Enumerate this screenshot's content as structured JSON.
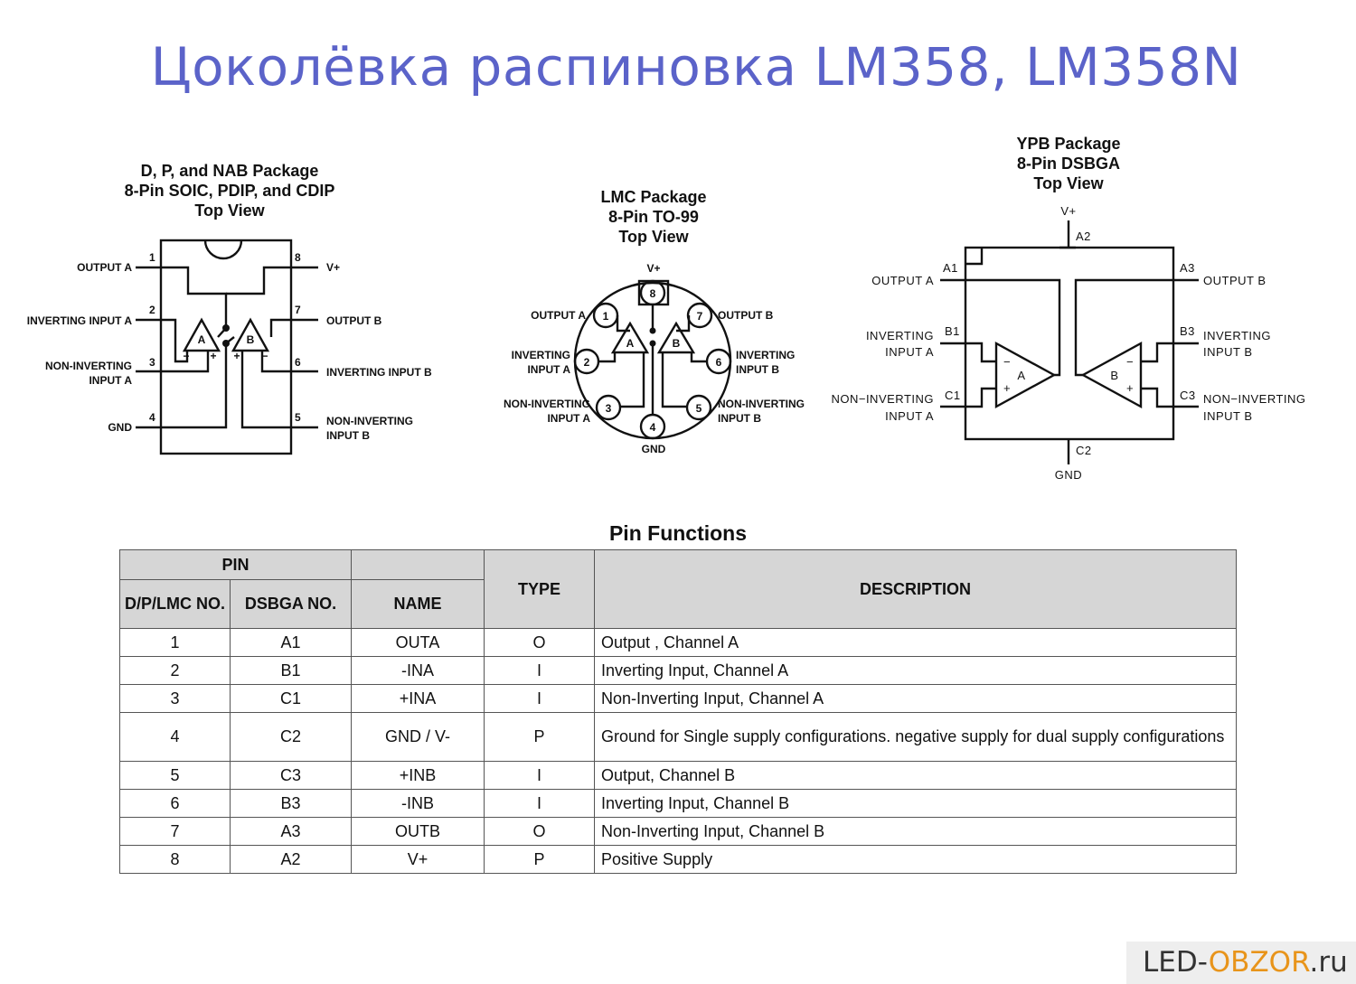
{
  "title": "Цоколёвка распиновка LM358, LM358N",
  "packages": {
    "dip": {
      "title_lines": [
        "D, P, and NAB Package",
        "8-Pin SOIC, PDIP, and CDIP",
        "Top View"
      ],
      "left_pins": [
        {
          "num": "1",
          "label": [
            "OUTPUT A"
          ]
        },
        {
          "num": "2",
          "label": [
            "INVERTING INPUT A"
          ]
        },
        {
          "num": "3",
          "label": [
            "NON-INVERTING",
            "INPUT A"
          ]
        },
        {
          "num": "4",
          "label": [
            "GND"
          ]
        }
      ],
      "right_pins": [
        {
          "num": "8",
          "label": [
            "V+"
          ]
        },
        {
          "num": "7",
          "label": [
            "OUTPUT B"
          ]
        },
        {
          "num": "6",
          "label": [
            "INVERTING INPUT B"
          ]
        },
        {
          "num": "5",
          "label": [
            "NON-INVERTING",
            "INPUT B"
          ]
        }
      ],
      "amps": [
        "A",
        "B"
      ]
    },
    "to99": {
      "title_lines": [
        "LMC Package",
        "8-Pin TO-99",
        "Top View"
      ],
      "pins": [
        {
          "num": "8",
          "label": [
            "V+"
          ]
        },
        {
          "num": "1",
          "label": [
            "OUTPUT A"
          ]
        },
        {
          "num": "7",
          "label": [
            "OUTPUT B"
          ]
        },
        {
          "num": "2",
          "label": [
            "INVERTING",
            "INPUT A"
          ]
        },
        {
          "num": "6",
          "label": [
            "INVERTING",
            "INPUT B"
          ]
        },
        {
          "num": "3",
          "label": [
            "NON-INVERTING",
            "INPUT A"
          ]
        },
        {
          "num": "5",
          "label": [
            "NON-INVERTING",
            "INPUT B"
          ]
        },
        {
          "num": "4",
          "label": [
            "GND"
          ]
        }
      ],
      "amps": [
        "A",
        "B"
      ]
    },
    "dsbga": {
      "title_lines": [
        "YPB Package",
        "8-Pin DSBGA",
        "Top View"
      ],
      "top_pin": {
        "ball": "A2",
        "label": "V+"
      },
      "bottom_pin": {
        "ball": "C2",
        "label": "GND"
      },
      "left_pins": [
        {
          "ball": "A1",
          "label": [
            "OUTPUT  A"
          ]
        },
        {
          "ball": "B1",
          "label": [
            "INVERTING",
            "INPUT  A"
          ]
        },
        {
          "ball": "C1",
          "label": [
            "NON−INVERTING",
            "INPUT  A"
          ]
        }
      ],
      "right_pins": [
        {
          "ball": "A3",
          "label": [
            "OUTPUT  B"
          ]
        },
        {
          "ball": "B3",
          "label": [
            "INVERTING",
            "INPUT  B"
          ]
        },
        {
          "ball": "C3",
          "label": [
            "NON−INVERTING",
            "INPUT  B"
          ]
        }
      ],
      "amps": [
        "A",
        "B"
      ]
    }
  },
  "pin_functions": {
    "title": "Pin Functions",
    "headers": {
      "pin": "PIN",
      "dplmc": "D/P/LMC NO.",
      "dsbga": "DSBGA NO.",
      "name": "NAME",
      "type": "TYPE",
      "description": "DESCRIPTION"
    },
    "rows": [
      {
        "dplmc": "1",
        "dsbga": "A1",
        "name": "OUTA",
        "type": "O",
        "description": "Output , Channel A"
      },
      {
        "dplmc": "2",
        "dsbga": "B1",
        "name": "-INA",
        "type": "I",
        "description": "Inverting Input, Channel A"
      },
      {
        "dplmc": "3",
        "dsbga": "C1",
        "name": "+INA",
        "type": "I",
        "description": "Non-Inverting Input, Channel A"
      },
      {
        "dplmc": "4",
        "dsbga": "C2",
        "name": "GND / V-",
        "type": "P",
        "description": "Ground for Single supply configurations. negative supply for dual supply configurations"
      },
      {
        "dplmc": "5",
        "dsbga": "C3",
        "name": "+INB",
        "type": "I",
        "description": "Output, Channel B"
      },
      {
        "dplmc": "6",
        "dsbga": "B3",
        "name": "-INB",
        "type": "I",
        "description": "Inverting Input, Channel B"
      },
      {
        "dplmc": "7",
        "dsbga": "A3",
        "name": "OUTB",
        "type": "O",
        "description": "Non-Inverting Input, Channel B"
      },
      {
        "dplmc": "8",
        "dsbga": "A2",
        "name": "V+",
        "type": "P",
        "description": "Positive Supply"
      }
    ]
  },
  "watermark": {
    "part1": "LED-",
    "part2": "OBZOR",
    "part3": ".ru"
  }
}
